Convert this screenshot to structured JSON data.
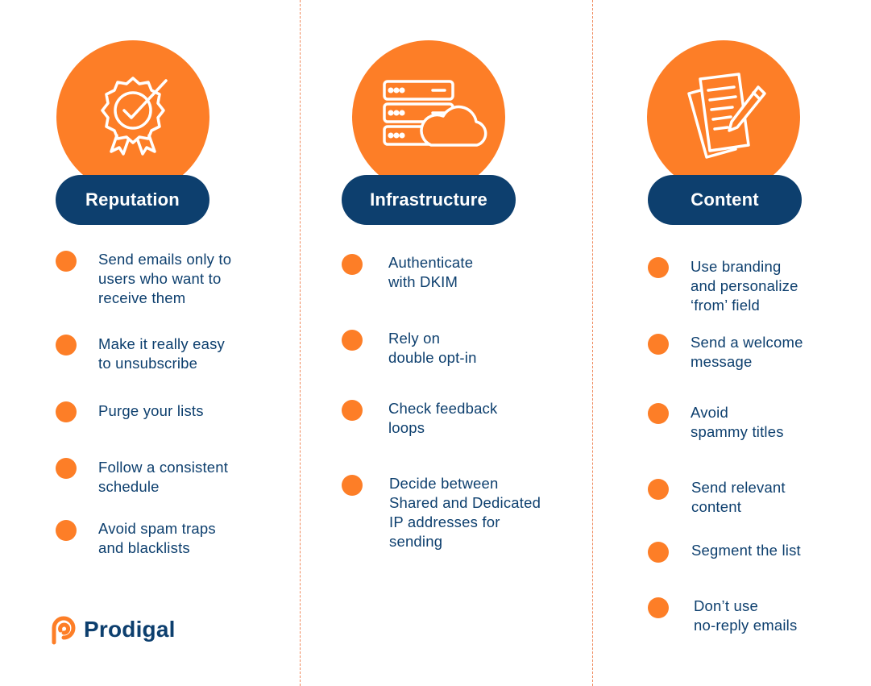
{
  "columns": [
    {
      "title": "Reputation",
      "icon": "badge-check-icon",
      "items": [
        "Send emails only to\nusers who want to\nreceive them",
        "Make it really easy\nto unsubscribe",
        "Purge your lists",
        "Follow a consistent\nschedule",
        "Avoid spam traps\nand blacklists"
      ]
    },
    {
      "title": "Infrastructure",
      "icon": "server-cloud-icon",
      "items": [
        "Authenticate\nwith DKIM",
        "Rely on\ndouble opt-in",
        "Check feedback\nloops",
        "Decide between\nShared and Dedicated\nIP addresses for\nsending"
      ]
    },
    {
      "title": "Content",
      "icon": "document-pencil-icon",
      "items": [
        "Use branding\nand personalize\n‘from’ field",
        "Send a welcome\nmessage",
        "Avoid\nspammy titles",
        "Send relevant\ncontent",
        "Segment the list",
        "Don’t use\nno-reply emails"
      ]
    }
  ],
  "brand": {
    "name": "Prodigal",
    "icon": "prodigal-logo-icon"
  },
  "colors": {
    "accent": "#fd7e27",
    "navy": "#0d3f6e",
    "divider": "#f08a5d",
    "background": "#ffffff"
  }
}
